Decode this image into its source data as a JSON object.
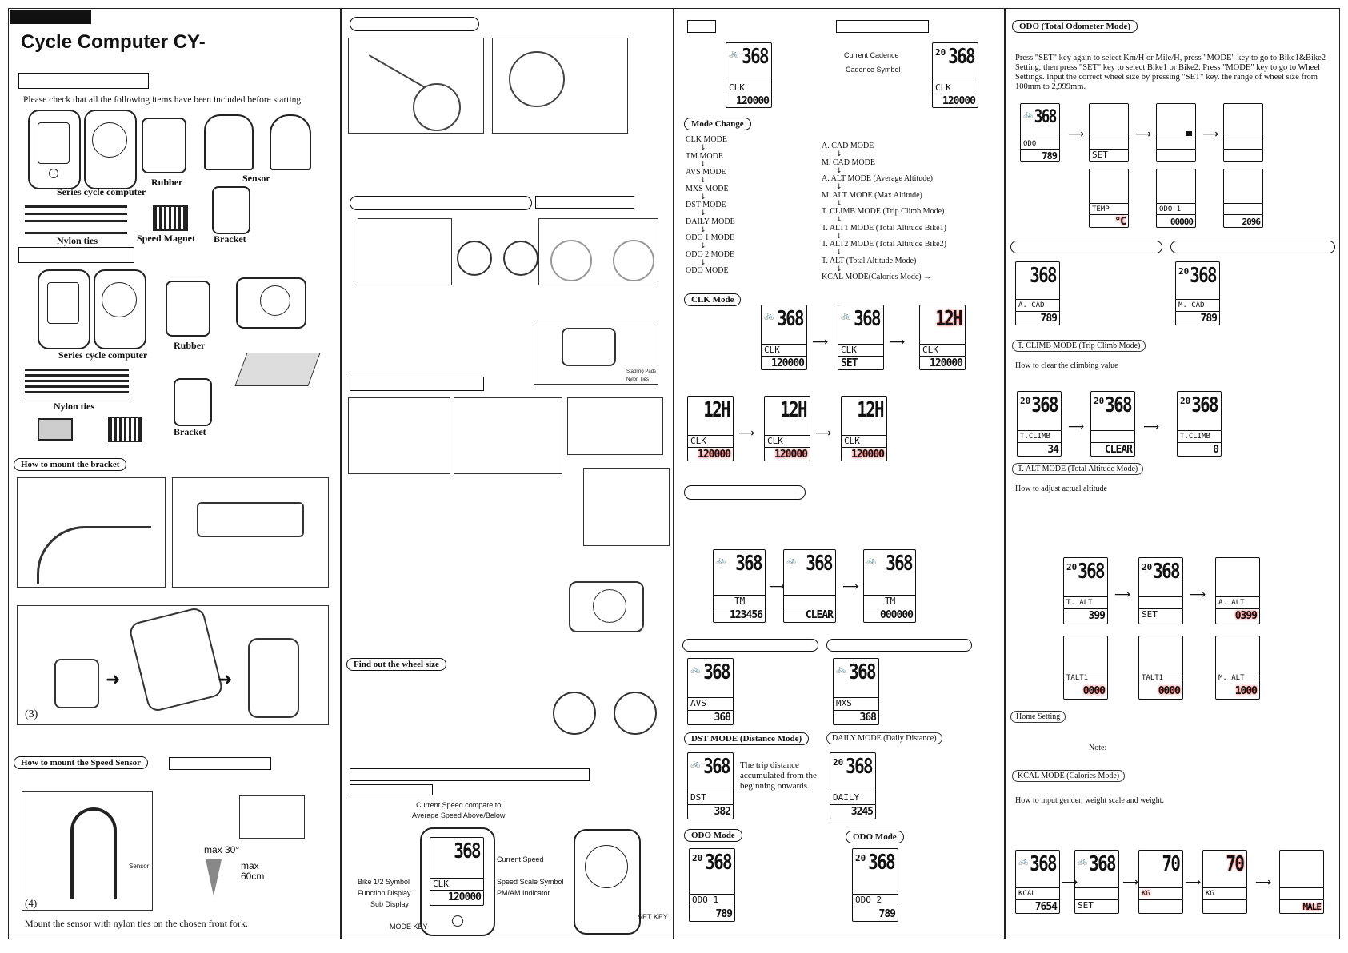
{
  "header": {
    "title": "Cycle Computer CY-"
  },
  "col1": {
    "check_text": "Please check that all the following items have been included before starting.",
    "pack1": {
      "computer": "Series  cycle computer",
      "rubber": "Rubber",
      "sensor": "Sensor",
      "nylon": "Nylon ties",
      "magnet": "Speed Magnet",
      "bracket": "Bracket"
    },
    "pack2": {
      "computer": "Series  cycle computer",
      "rubber": "Rubber",
      "nylon": "Nylon ties",
      "bracket": "Bracket"
    },
    "mount_bracket": "How to mount the bracket",
    "step3": "(3)",
    "mount_sensor": "How to mount the Speed Sensor",
    "step4": "(4)",
    "sensor_label": "Sensor",
    "max_angle": "max 30°",
    "max_dist": "max\n60cm",
    "mount_text": "Mount the sensor with nylon ties on the chosen front fork."
  },
  "col2": {
    "stab_pads": "Stabling Pads",
    "nylon_ties": "Nylon Ties",
    "wheel_size": "Find out the wheel size",
    "diagram": {
      "speed_compare": "Current Speed compare to\nAverage Speed Above/Below",
      "current_speed": "Current Speed",
      "bike_symbol": "Bike 1/2 Symbol",
      "speed_scale": "Speed Scale Symbol",
      "function_display": "Function Display",
      "pm_am": "PM/AM Indicator",
      "sub_display": "Sub Display",
      "mode_key": "MODE KEY",
      "set_key": "SET KEY"
    }
  },
  "col3": {
    "current_cadence": "Current Cadence",
    "cadence_symbol": "Cadence Symbol",
    "mode_change": "Mode Change",
    "modes_left": [
      "CLK MODE",
      "TM MODE",
      "AVS MODE",
      "MXS MODE",
      "DST MODE",
      "DAILY MODE",
      "ODO 1 MODE",
      "ODO 2 MODE",
      "ODO  MODE"
    ],
    "modes_right": [
      "A. CAD MODE",
      "M. CAD MODE",
      "A. ALT MODE (Average Altitude)",
      "M. ALT MODE (Max Altitude)",
      "T. CLIMB MODE (Trip Climb Mode)",
      "T. ALT1 MODE (Total Altitude Bike1)",
      "T. ALT2 MODE (Total Altitude Bike2)",
      "T. ALT (Total Altitude Mode)",
      "KCAL MODE(Calories Mode) →"
    ],
    "clk_mode": "CLK Mode",
    "dst_mode": "DST MODE (Distance Mode)",
    "dst_text": "The trip distance accumulated from the beginning onwards.",
    "daily_mode": "DAILY MODE (Daily Distance)",
    "odo1": "ODO     Mode",
    "odo2": "ODO     Mode",
    "lcd": {
      "speed": "368",
      "cadence": "20",
      "clk": "CLK",
      "time": "120000",
      "set": "SET",
      "hour": "12H",
      "tm": "TM",
      "tm_val": "123456",
      "clear": "CLEAR",
      "tm_zero": "000000",
      "mxs": "MXS",
      "mxs_val": "368",
      "avs": "AVS",
      "avs_val": "368",
      "dst": "DST",
      "dst_val": "382",
      "daily": "DAILY",
      "daily_val": "3245",
      "odo1": "ODO 1",
      "odo1_val": "789",
      "odo2": "ODO 2",
      "odo2_val": "789"
    }
  },
  "col4": {
    "odo_title": "ODO  (Total Odometer Mode)",
    "odo_text": "Press \"SET\" key again to select Km/H or Mile/H, press \"MODE\" key to go to Bike1&Bike2 Setting, then press \"SET\" key to select Bike1 or Bike2. Press \"MODE\" key to go to Wheel Settings. Input the correct wheel size by pressing \"SET\" key. the range of wheel size from 100mm to 2,999mm.",
    "tclimb_title": "T. CLIMB MODE (Trip Climb Mode)",
    "tclimb_text": "How to clear the climbing value",
    "talt_title": "T. ALT MODE (Total Altitude Mode)",
    "talt_text": "How to adjust actual altitude",
    "home_setting": "Home Setting",
    "note": "Note:",
    "kcal_title": "KCAL MODE (Calories Mode)",
    "kcal_text": "How to input gender, weight scale and weight.",
    "lcd": {
      "odo": "ODO",
      "odo_val": "789",
      "set": "SET",
      "temp": "TEMP",
      "temp_unit": "°C",
      "odo1": "ODO 1",
      "odo1_val": "00000",
      "wheel": "2096",
      "acad": "A. CAD",
      "acad_val": "789",
      "mcad": "M. CAD",
      "mcad_val": "789",
      "tclimb": "T.CLIMB",
      "tclimb_val": "34",
      "clear": "CLEAR",
      "tclimb_zero": "0",
      "talt": "T.  ALT",
      "talt_val": "399",
      "aalt": "A.  ALT",
      "aalt_val": "0399",
      "talt1": "TALT1",
      "talt1_zero": "0000",
      "malt": "M.  ALT",
      "malt_val": "1000",
      "kcal": "KCAL",
      "kcal_val": "7654",
      "kg": "KG",
      "kg_big": "70",
      "male": "MALE"
    }
  }
}
